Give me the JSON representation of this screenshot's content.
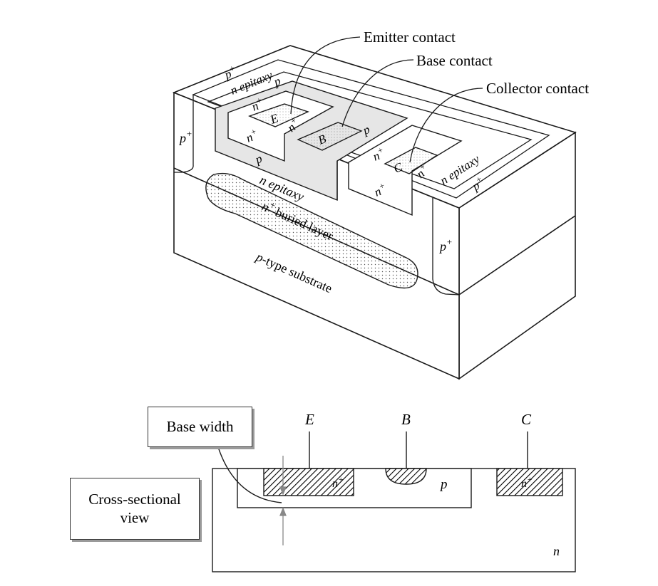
{
  "callouts": {
    "emitter": "Emitter contact",
    "base": "Base contact",
    "collector": "Collector contact"
  },
  "labels": {
    "p_plus": "p",
    "plus_sup": "+",
    "n_epitaxy": "n epitaxy",
    "p": "p",
    "n_plus": "n",
    "E": "E",
    "B": "B",
    "C": "C",
    "buried": "n",
    "buried_rest": " buried layer",
    "substrate_p": "p",
    "substrate_rest": "-type substrate",
    "n": "n"
  },
  "cross_section": {
    "base_width": "Base width",
    "view_line1": "Cross-sectional",
    "view_line2": "view",
    "E": "E",
    "B": "B",
    "C": "C",
    "p": "p",
    "n": "n",
    "n_plus": "n",
    "plus_sup": "+"
  },
  "colors": {
    "p_region": "#e6e6e6",
    "line": "#1a1a1a"
  }
}
